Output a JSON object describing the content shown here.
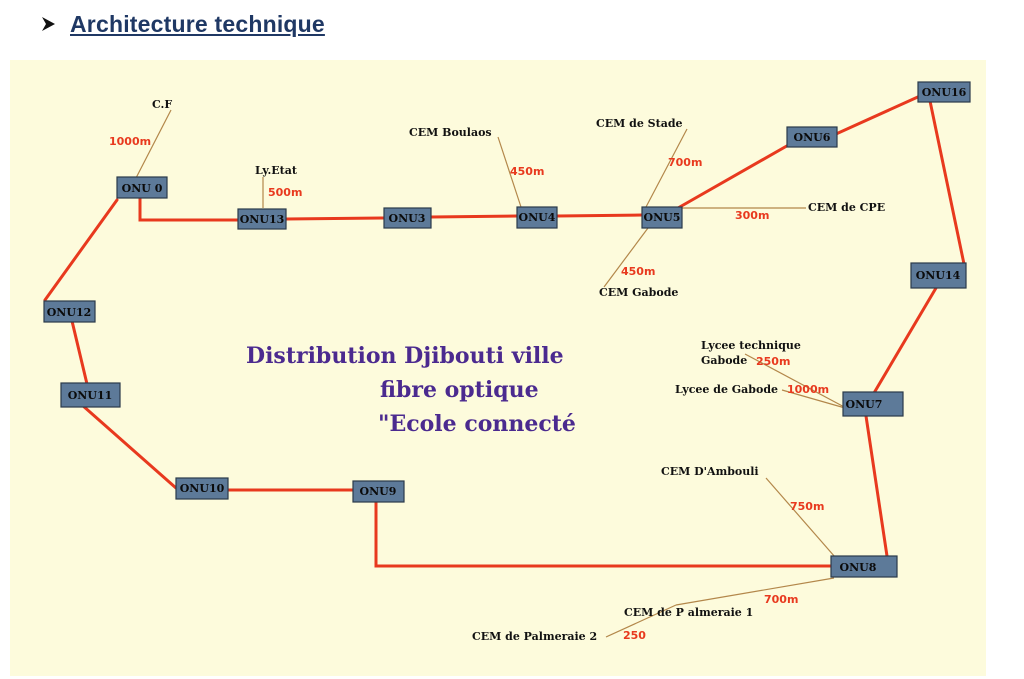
{
  "heading": {
    "bullet_icon": "arrowhead-bullet-icon",
    "title": "Architecture technique"
  },
  "diagram": {
    "center_title": [
      "Distribution Djibouti ville",
      "fibre optique",
      "\"Ecole connecté"
    ],
    "nodes": {
      "onu0": "ONU 0",
      "onu13": "ONU13",
      "onu3": "ONU3",
      "onu4": "ONU4",
      "onu5": "ONU5",
      "onu6": "ONU6",
      "onu16": "ONU16",
      "onu14": "ONU14",
      "onu7": "ONU7",
      "onu8": "ONU8",
      "onu9": "ONU9",
      "onu10": "ONU10",
      "onu11": "ONU11",
      "onu12": "ONU12"
    },
    "sites": {
      "cf": "C.F",
      "ly_etat": "Ly.Etat",
      "cem_boulaos": "CEM Boulaos",
      "cem_stade": "CEM de Stade",
      "cem_cpe": "CEM de CPE",
      "cem_gabode": "CEM Gabode",
      "lycee_tech_1": "Lycee technique",
      "lycee_tech_2": "Gabode",
      "lycee_gabode": "Lycee de Gabode",
      "cem_ambouli": "CEM D'Ambouli",
      "cem_palmeraie1": "CEM de P almeraie 1",
      "cem_palmeraie2": "CEM de Palmeraie 2"
    },
    "distances": {
      "cf": "1000m",
      "ly_etat": "500m",
      "cem_boulaos": "450m",
      "cem_stade": "700m",
      "cem_cpe": "300m",
      "cem_gabode": "450m",
      "lycee_tech": "250m",
      "lycee_gabode": "1000m",
      "cem_ambouli": "750m",
      "cem_palmeraie1": "700m",
      "cem_palmeraie2": "250"
    },
    "colors": {
      "fiber": "#e8391e",
      "node": "#5d7a99",
      "background": "#fdfbdc",
      "title": "#4b2a8f"
    }
  }
}
